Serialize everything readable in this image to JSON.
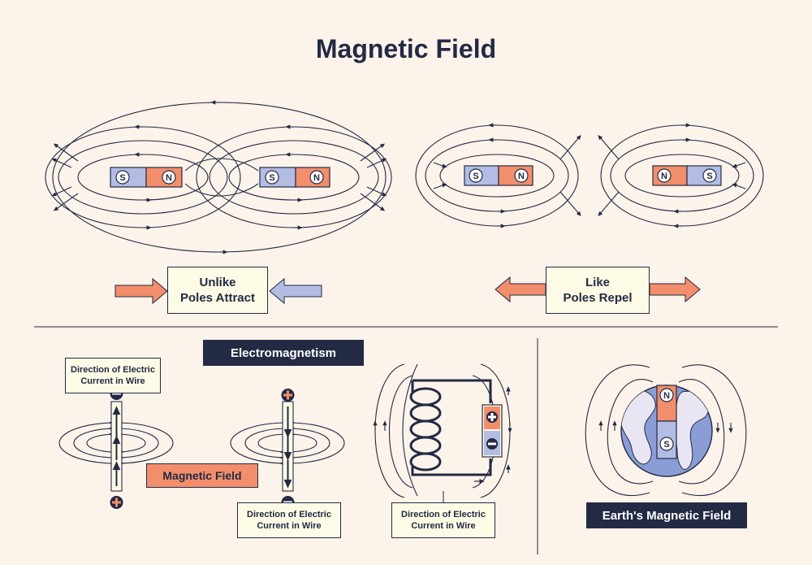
{
  "title": "Magnetic Field",
  "magnets": {
    "north_letter": "N",
    "south_letter": "S"
  },
  "labels": {
    "unlike_poles": "Unlike\nPoles Attract",
    "like_poles": "Like\nPoles Repel",
    "electromagnetism": "Electromagnetism",
    "current_dir_1": "Direction of Electric\nCurrent in Wire",
    "current_dir_2": "Direction of Electric\nCurrent in Wire",
    "current_dir_3": "Direction of Electric\nCurrent in Wire",
    "magnetic_field": "Magnetic Field",
    "earth_field": "Earth's Magnetic Field"
  },
  "colors": {
    "background": "#fcf3ea",
    "navy": "#232a44",
    "north_pole": "#f28e6c",
    "south_pole": "#b3bde4",
    "label_fill": "#fdfbe6"
  }
}
